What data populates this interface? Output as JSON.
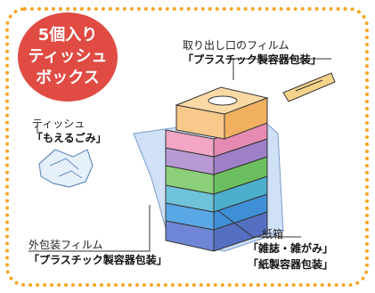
{
  "badge": {
    "line1": "5個入り",
    "line2": "ティッシュ",
    "line3": "ボックス"
  },
  "labels": {
    "film_title": "取り出し口のフィルム",
    "film_category": "「プラスチック製容器包装」",
    "tissue_title": "ティッシュ",
    "tissue_category": "「もえるごみ」",
    "wrap_title": "外包装フィルム",
    "wrap_category": "「プラスチック製容器包装」",
    "box_title": "紙箱",
    "box_category1": "「雑誌・雑がみ」",
    "box_category2": "「紙製容器包装」"
  },
  "colors": {
    "frame": "#f5a623",
    "badge": "#e04b44",
    "box_top": "#f7c98a",
    "box_pink": "#f2a6c4",
    "box_purple": "#b79ad4",
    "box_green": "#8ccf7a",
    "box_blue": "#5aa7e6",
    "box_navy": "#6f86d6",
    "film": "#cfe0f7"
  },
  "icons": [
    "tissue-box-stack",
    "crumpled-tissue",
    "film-strip"
  ]
}
